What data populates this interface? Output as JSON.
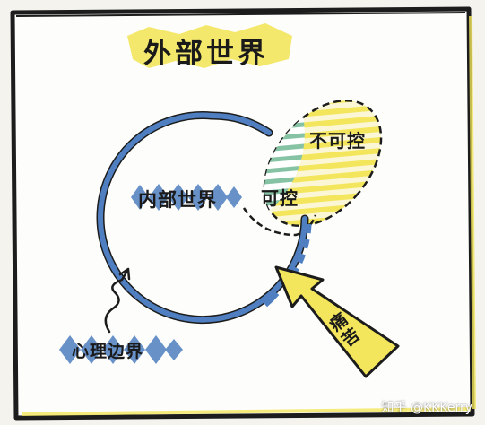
{
  "labels": {
    "outer_world": "外部世界",
    "inner_world": "内部世界",
    "controllable": "可控",
    "uncontrollable": "不可控",
    "psychological_boundary": "心理边界",
    "pain": "痛苦"
  },
  "watermark": "知乎 @KKKerry",
  "colors": {
    "frame": "#1c1c1c",
    "circle": "#4f7fc0",
    "yellow": "#f3e65c",
    "green_hatch": "#86c3a5",
    "background": "#f4f3ee"
  },
  "icons": {
    "pain_arrow": "arrow-icon",
    "boundary_pointer": "arrow-icon"
  }
}
